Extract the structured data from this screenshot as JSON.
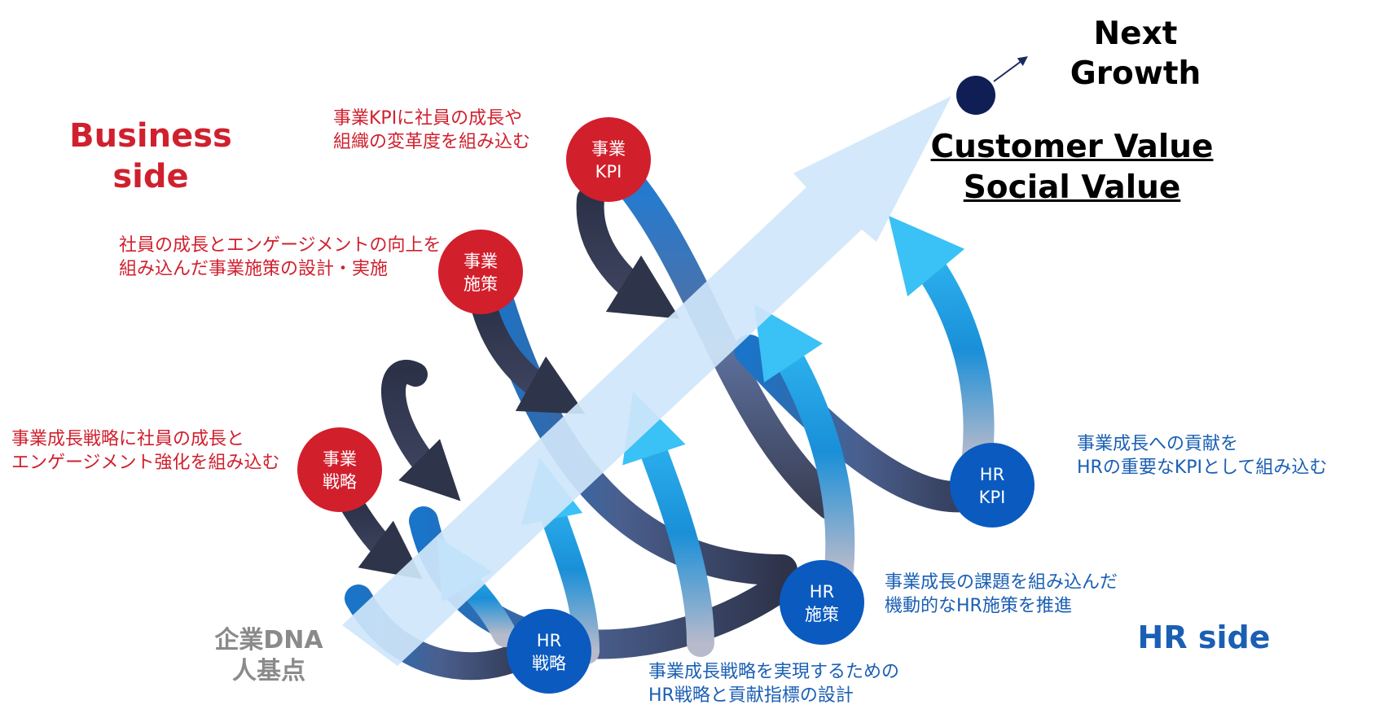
{
  "colors": {
    "business_red": "#D0202E",
    "hr_blue": "#1A5FB4",
    "hr_node": "#0A5AC0",
    "business_node": "#D21F2C",
    "growth_arrow": "#CFE6FA",
    "dark_node": "#0F1E55"
  },
  "top_right": {
    "next_line1": "Next",
    "next_line2": "Growth"
  },
  "values": {
    "line1": "Customer Value",
    "line2": "Social Value"
  },
  "business_side": {
    "line1": "Business",
    "line2": "side"
  },
  "hr_side": "HR side",
  "origin": {
    "line1": "企業DNA",
    "line2": "人基点"
  },
  "business_nodes": [
    {
      "line1": "事業",
      "line2": "戦略",
      "desc_line1": "事業成長戦略に社員の成長と",
      "desc_line2": "エンゲージメント強化を組み込む"
    },
    {
      "line1": "事業",
      "line2": "施策",
      "desc_line1": "社員の成長とエンゲージメントの向上を",
      "desc_line2": "組み込んだ事業施策の設計・実施"
    },
    {
      "line1": "事業",
      "line2": "KPI",
      "desc_line1": "事業KPIに社員の成長や",
      "desc_line2": "組織の変革度を組み込む"
    }
  ],
  "hr_nodes": [
    {
      "line1": "HR",
      "line2": "戦略",
      "desc_line1": "事業成長戦略を実現するための",
      "desc_line2": "HR戦略と貢献指標の設計"
    },
    {
      "line1": "HR",
      "line2": "施策",
      "desc_line1": "事業成長の課題を組み込んだ",
      "desc_line2": "機動的なHR施策を推進"
    },
    {
      "line1": "HR",
      "line2": "KPI",
      "desc_line1": "事業成長への貢献を",
      "desc_line2": "HRの重要なKPIとして組み込む"
    }
  ]
}
